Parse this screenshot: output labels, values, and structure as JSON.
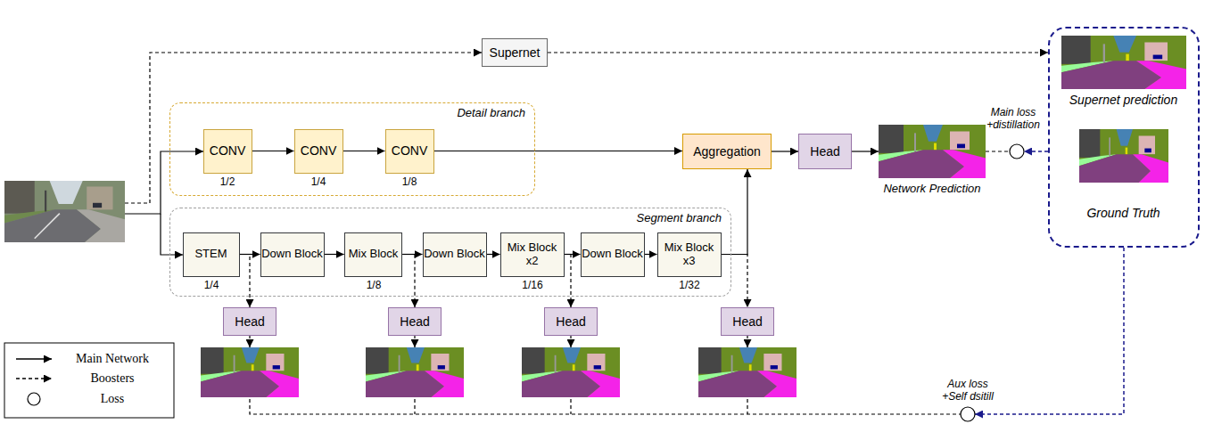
{
  "diagram": {
    "nodes": [
      {
        "text": [
          "Supernet"
        ]
      },
      {
        "text": [
          "Detail branch"
        ]
      },
      {
        "text": [
          "CONV"
        ],
        "in": 1
      },
      {
        "text": [
          "CONV"
        ],
        "in": 1
      },
      {
        "text": [
          "CONV"
        ],
        "in": 1
      },
      {
        "text": [
          "Segment branch"
        ]
      },
      {
        "text": [
          "STEM"
        ],
        "in": 5
      },
      {
        "text": [
          "Down Block"
        ],
        "in": 5
      },
      {
        "text": [
          "Mix Block"
        ],
        "in": 5
      },
      {
        "text": [
          "Down Block"
        ],
        "in": 5
      },
      {
        "text": [
          "Mix Block x2"
        ],
        "in": 5
      },
      {
        "text": [
          "Down Block"
        ],
        "in": 5
      },
      {
        "text": [
          "Mix Block x3"
        ],
        "in": 5
      },
      {
        "text": [
          "Aggregation"
        ]
      },
      {
        "text": [
          "Head"
        ]
      },
      {
        "text": [
          "Head"
        ]
      },
      {
        "text": [
          "Head"
        ]
      },
      {
        "text": [
          "Head"
        ]
      },
      {
        "text": [
          "Head"
        ]
      },
      {
        "text": [
          "Supernet prediction",
          "Ground Truth"
        ]
      }
    ],
    "edges": [
      {
        "from": 2,
        "to": 3,
        "arrow": "to"
      },
      {
        "from": 3,
        "to": 4,
        "arrow": "to"
      },
      {
        "from": 4,
        "to": 13,
        "arrow": "to"
      },
      {
        "from": 6,
        "to": 7,
        "arrow": "to"
      },
      {
        "from": 7,
        "to": 8,
        "arrow": "to"
      },
      {
        "from": 8,
        "to": 9,
        "arrow": "to"
      },
      {
        "from": 9,
        "to": 10,
        "arrow": "to"
      },
      {
        "from": 10,
        "to": 11,
        "arrow": "to"
      },
      {
        "from": 11,
        "to": 12,
        "arrow": "to"
      },
      {
        "from": 12,
        "to": 13,
        "arrow": "to"
      },
      {
        "from": 13,
        "to": 14,
        "arrow": "to"
      },
      {
        "from": 6,
        "to": 15,
        "arrow": "to"
      },
      {
        "from": 8,
        "to": 16,
        "arrow": "to"
      },
      {
        "from": 10,
        "to": 17,
        "arrow": "to"
      },
      {
        "from": 12,
        "to": 18,
        "arrow": "to"
      },
      {
        "from": 0,
        "to": 19,
        "arrow": "to"
      }
    ],
    "labels": [
      "1/2",
      "1/4",
      "1/8",
      "1/4",
      "1/8",
      "1/16",
      "1/32",
      "Network Prediction",
      "Main loss +distillation",
      "Aux loss +Self dsitill"
    ],
    "legend": [
      {
        "text": "Main Network"
      },
      {
        "text": "Boosters"
      },
      {
        "text": "Loss"
      }
    ]
  }
}
